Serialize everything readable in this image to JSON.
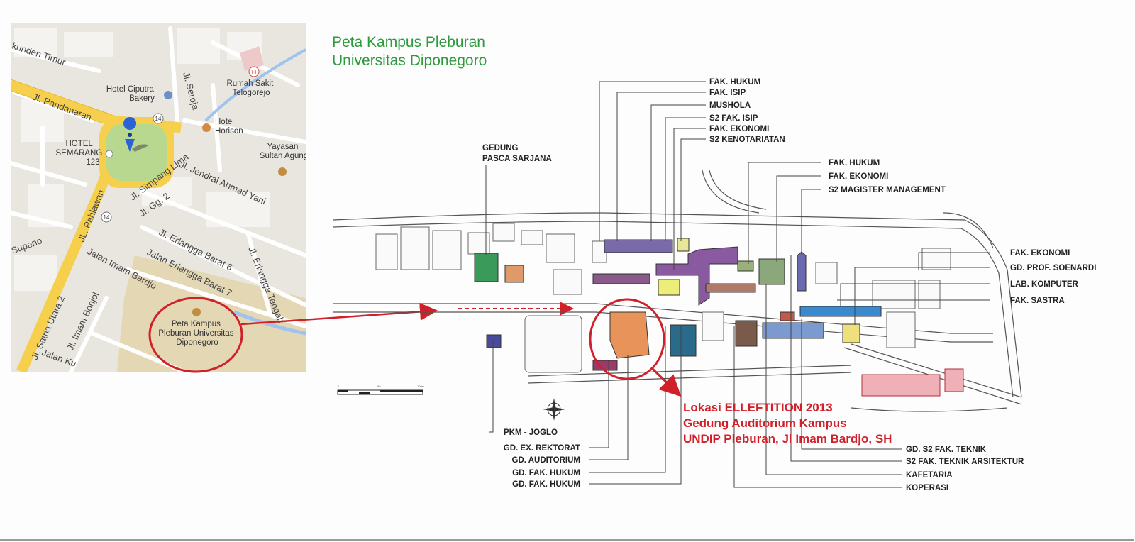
{
  "street_map": {
    "roads": [
      "Jl. Pandanaran",
      "Jl. Simpang Lima",
      "JL. Pahlawan",
      "Jl. Jendral Ahmad Yani",
      "Jl. Satria Utara 2",
      "Jl. Gg. 2",
      "Jl. Erlangga Barat 6",
      "Jalan Erlangga Barat 7",
      "Jl. Erlangga Tengah",
      "Jalan Imam Bardjo",
      "Jl. Imam Bonjol",
      "Jl. Seroja",
      "Supeno",
      "Jalan Ku",
      "kunden Timur"
    ],
    "shields": [
      "14",
      "14"
    ],
    "pois": {
      "hotel_ciputra": [
        "Hotel Ciputra",
        "Bakery"
      ],
      "rumah_sakit": [
        "Rumah Sakit",
        "Telogorejo"
      ],
      "hotel_semarang": [
        "HOTEL",
        "SEMARANG",
        "123"
      ],
      "hotel_horison": [
        "Hotel",
        "Horison"
      ],
      "yayasan": [
        "Yayasan",
        "Sultan Agung"
      ],
      "peta_kampus": [
        "Peta Kampus",
        "Pleburan Universitas",
        "Diponegoro"
      ]
    }
  },
  "campus_map": {
    "title": [
      "Peta Kampus Pleburan",
      "Universitas Diponegoro"
    ],
    "top_labels": [
      "FAK. HUKUM",
      "FAK. ISIP",
      "MUSHOLA",
      "S2 FAK. ISIP",
      "FAK. EKONOMI",
      "S2 KENOTARIATAN"
    ],
    "mid_labels": [
      "FAK. HUKUM",
      "FAK. EKONOMI",
      "S2 MAGISTER MANAGEMENT"
    ],
    "pasca": [
      "GEDUNG",
      "PASCA SARJANA"
    ],
    "right_labels": [
      "FAK. EKONOMI",
      "GD. PROF. SOENARDI",
      "LAB. KOMPUTER",
      "FAK. SASTRA"
    ],
    "bottom_left_labels": [
      "PKM - JOGLO",
      "GD. EX. REKTORAT",
      "GD. AUDITORIUM",
      "GD. FAK. HUKUM",
      "GD. FAK. HUKUM"
    ],
    "bottom_right_labels": [
      "GD. S2 FAK. TEKNIK",
      "S2 FAK. TEKNIK ARSITEKTUR",
      "KAFETARIA",
      "KOPERASI"
    ],
    "scale": [
      "0",
      "50",
      "100m"
    ],
    "location_note": [
      "Lokasi ELLEFTITION 2013",
      "Gedung Auditorium Kampus",
      "UNDIP Pleburan, Jl Imam Bardjo, SH"
    ]
  },
  "colors": {
    "accent_red": "#d0202a",
    "title_green": "#2e9a3e",
    "road_yellow": "#f6d04d",
    "park_green": "#b9d88f"
  }
}
